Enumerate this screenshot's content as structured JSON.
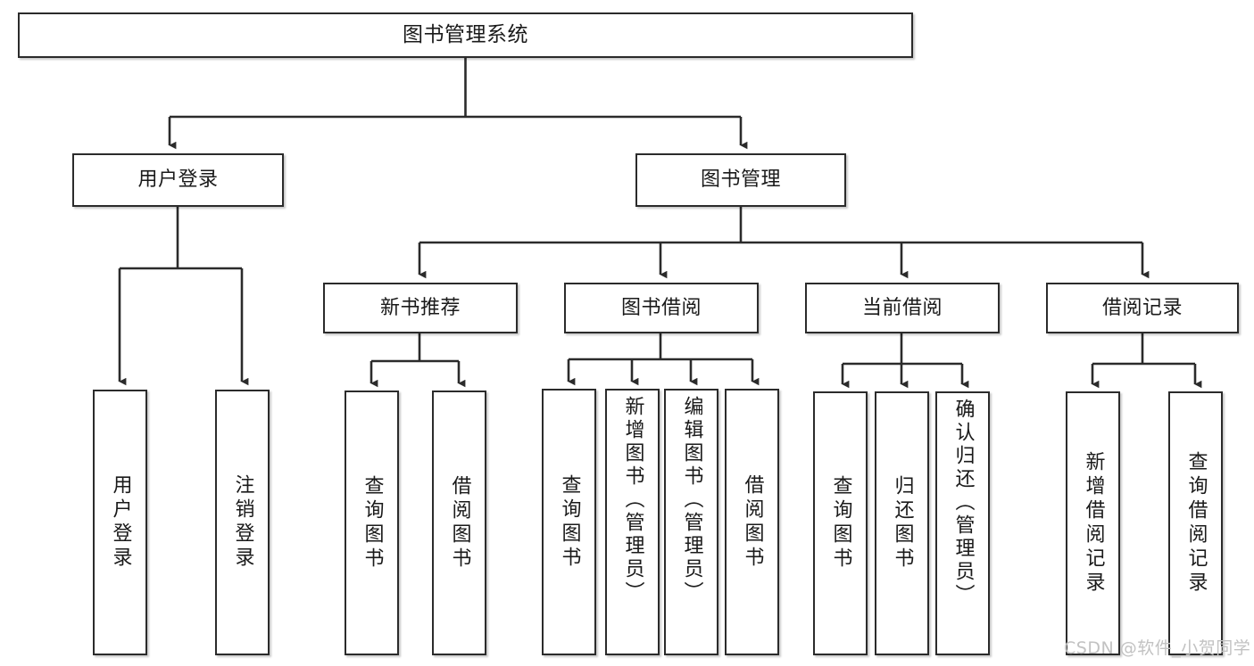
{
  "diagram": {
    "type": "tree-hierarchy",
    "title": "图书管理系统",
    "watermark": "CSDN @软件_小贺同学",
    "colors": {
      "box_border": "#2b2b2b",
      "box_fill": "#ffffff",
      "connector": "#2b2b2b",
      "text": "#1a1a1a",
      "watermark": "#c2c2c2"
    },
    "nodes": {
      "root": {
        "label": "图书管理系统"
      },
      "level2": [
        {
          "id": "user-login",
          "label": "用户登录"
        },
        {
          "id": "book-management",
          "label": "图书管理"
        }
      ],
      "level3": [
        {
          "id": "new-book-recommend",
          "label": "新书推荐"
        },
        {
          "id": "book-borrow",
          "label": "图书借阅"
        },
        {
          "id": "current-borrow",
          "label": "当前借阅"
        },
        {
          "id": "borrow-record",
          "label": "借阅记录"
        }
      ],
      "leaves": {
        "user-login": [
          {
            "id": "leaf-user-login",
            "label": "用户登录"
          },
          {
            "id": "leaf-logout-login",
            "label": "注销登录"
          }
        ],
        "new-book-recommend": [
          {
            "id": "leaf-query-book-1",
            "label": "查询图书"
          },
          {
            "id": "leaf-borrow-book-1",
            "label": "借阅图书"
          }
        ],
        "book-borrow": [
          {
            "id": "leaf-query-book-2",
            "label": "查询图书"
          },
          {
            "id": "leaf-add-book",
            "label": "新增图书（管理员）"
          },
          {
            "id": "leaf-edit-book",
            "label": "编辑图书（管理员）"
          },
          {
            "id": "leaf-borrow-book-2",
            "label": "借阅图书"
          }
        ],
        "current-borrow": [
          {
            "id": "leaf-query-book-3",
            "label": "查询图书"
          },
          {
            "id": "leaf-return-book",
            "label": "归还图书"
          },
          {
            "id": "leaf-confirm-return",
            "label": "确认归还（管理员）"
          }
        ],
        "borrow-record": [
          {
            "id": "leaf-add-record",
            "label": "新增借阅记录"
          },
          {
            "id": "leaf-query-record",
            "label": "查询借阅记录"
          }
        ]
      }
    }
  }
}
